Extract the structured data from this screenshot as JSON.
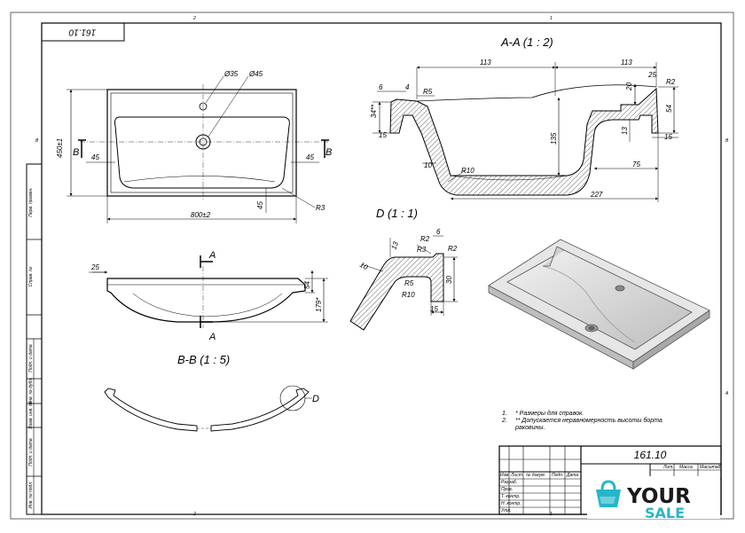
{
  "drawing_number": "161.10",
  "top_view": {
    "dim_width": "800±2",
    "dim_height": "450±1",
    "dim_hole1": "Ø35",
    "dim_hole2": "Ø45",
    "dim_45_left": "45",
    "dim_45_right": "45",
    "dim_45_bottom": "45",
    "dim_r3": "R3",
    "section_mark": "B"
  },
  "front_view": {
    "dim_25": "25",
    "dim_54": "54",
    "dim_179": "179*",
    "section_mark": "A"
  },
  "section_aa": {
    "title": "A-A (1 : 2)",
    "dims": {
      "d113a": "113",
      "d113b": "113",
      "d6": "6",
      "d4": "4",
      "r5": "R5",
      "d34": "34**",
      "d15a": "15",
      "d25": "25",
      "r2": "R2",
      "d20": "20",
      "d54": "54",
      "d135": "135",
      "d13": "13",
      "d15b": "15",
      "d10": "10",
      "r10": "R10",
      "d75": "75",
      "d227": "227"
    }
  },
  "detail_d": {
    "title": "D (1 : 1)",
    "dims": {
      "d13": "13",
      "r2a": "R2",
      "d6": "6",
      "r3": "R3",
      "r2b": "R2",
      "d10": "10",
      "r5": "R5",
      "r10": "R10",
      "d30": "30",
      "d15": "15"
    }
  },
  "section_bb": {
    "title": "B-B (1 : 5)",
    "detail_mark": "D"
  },
  "notes": [
    {
      "num": "1.",
      "text": "* Размеры для справок."
    },
    {
      "num": "2.",
      "text": "** Допускается неравномерность высоты борта"
    },
    {
      "num": "",
      "text": "раковины."
    }
  ],
  "title_block": {
    "doc_number": "161.10",
    "cols": {
      "lit": "Лит.",
      "mass": "Масса",
      "scale": "Масштаб"
    },
    "header": {
      "izm": "Изм",
      "list": "Лист",
      "doc": "№ докум.",
      "sign": "Подп.",
      "date": "Дата"
    },
    "rows": [
      "Разраб.",
      "Пров.",
      "Т. контр.",
      "",
      "Н. контр.",
      "Утв."
    ]
  },
  "left_strip": [
    "Перв. примен.",
    "Справ. №",
    "Подп. и дата",
    "Инв. № дубл.",
    "Взам. инв. №",
    "Подп. и дата",
    "Инв. № подл."
  ],
  "frame_marks": {
    "top1": "2",
    "top2": "1",
    "right1": "B",
    "right2": "A",
    "left1": "B",
    "bottom1": "2",
    "bottom2": "1"
  },
  "logo": {
    "word1": "YOUR",
    "word2": "SALE",
    "accent": "#26b6c8",
    "dark": "#1a1a1a"
  }
}
